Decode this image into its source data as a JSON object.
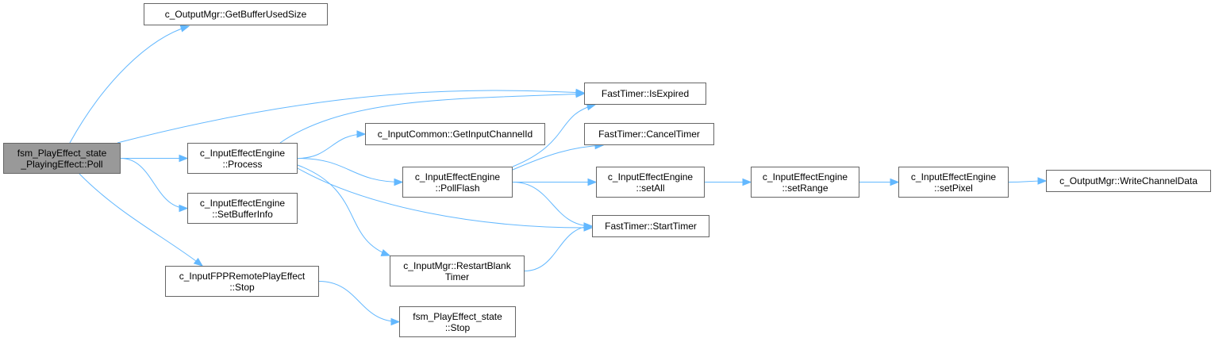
{
  "diagram": {
    "edge_color": "#63b8ff",
    "node_border_color": "#666666",
    "focus_fill_color": "#999999",
    "nodes": [
      {
        "id": "poll",
        "lines": [
          "fsm_PlayEffect_state",
          "_PlayingEffect::Poll"
        ],
        "focus": true
      },
      {
        "id": "getbufferusedsize",
        "lines": [
          "c_OutputMgr::GetBufferUsedSize"
        ]
      },
      {
        "id": "process",
        "lines": [
          "c_InputEffectEngine",
          "::Process"
        ]
      },
      {
        "id": "setbufferinfo",
        "lines": [
          "c_InputEffectEngine",
          "::SetBufferInfo"
        ]
      },
      {
        "id": "fpp-stop",
        "lines": [
          "c_InputFPPRemotePlayEffect",
          "::Stop"
        ]
      },
      {
        "id": "getinputchannelid",
        "lines": [
          "c_InputCommon::GetInputChannelId"
        ]
      },
      {
        "id": "pollflash",
        "lines": [
          "c_InputEffectEngine",
          "::PollFlash"
        ]
      },
      {
        "id": "restartblanktimer",
        "lines": [
          "c_InputMgr::RestartBlank",
          "Timer"
        ]
      },
      {
        "id": "state-stop",
        "lines": [
          "fsm_PlayEffect_state",
          "::Stop"
        ]
      },
      {
        "id": "isexpired",
        "lines": [
          "FastTimer::IsExpired"
        ]
      },
      {
        "id": "canceltimer",
        "lines": [
          "FastTimer::CancelTimer"
        ]
      },
      {
        "id": "setall",
        "lines": [
          "c_InputEffectEngine",
          "::setAll"
        ]
      },
      {
        "id": "starttimer",
        "lines": [
          "FastTimer::StartTimer"
        ]
      },
      {
        "id": "setrange",
        "lines": [
          "c_InputEffectEngine",
          "::setRange"
        ]
      },
      {
        "id": "setpixel",
        "lines": [
          "c_InputEffectEngine",
          "::setPixel"
        ]
      },
      {
        "id": "writechanneldata",
        "lines": [
          "c_OutputMgr::WriteChannelData"
        ]
      }
    ],
    "edges": [
      {
        "from": "poll",
        "to": "getbufferusedsize"
      },
      {
        "from": "poll",
        "to": "isexpired"
      },
      {
        "from": "poll",
        "to": "process"
      },
      {
        "from": "poll",
        "to": "setbufferinfo"
      },
      {
        "from": "poll",
        "to": "fpp-stop"
      },
      {
        "from": "process",
        "to": "isexpired"
      },
      {
        "from": "process",
        "to": "getinputchannelid"
      },
      {
        "from": "process",
        "to": "pollflash"
      },
      {
        "from": "process",
        "to": "starttimer"
      },
      {
        "from": "process",
        "to": "restartblanktimer"
      },
      {
        "from": "fpp-stop",
        "to": "state-stop"
      },
      {
        "from": "pollflash",
        "to": "isexpired"
      },
      {
        "from": "pollflash",
        "to": "canceltimer"
      },
      {
        "from": "pollflash",
        "to": "setall"
      },
      {
        "from": "pollflash",
        "to": "starttimer"
      },
      {
        "from": "restartblanktimer",
        "to": "starttimer"
      },
      {
        "from": "setall",
        "to": "setrange"
      },
      {
        "from": "setrange",
        "to": "setpixel"
      },
      {
        "from": "setpixel",
        "to": "writechanneldata"
      }
    ]
  }
}
